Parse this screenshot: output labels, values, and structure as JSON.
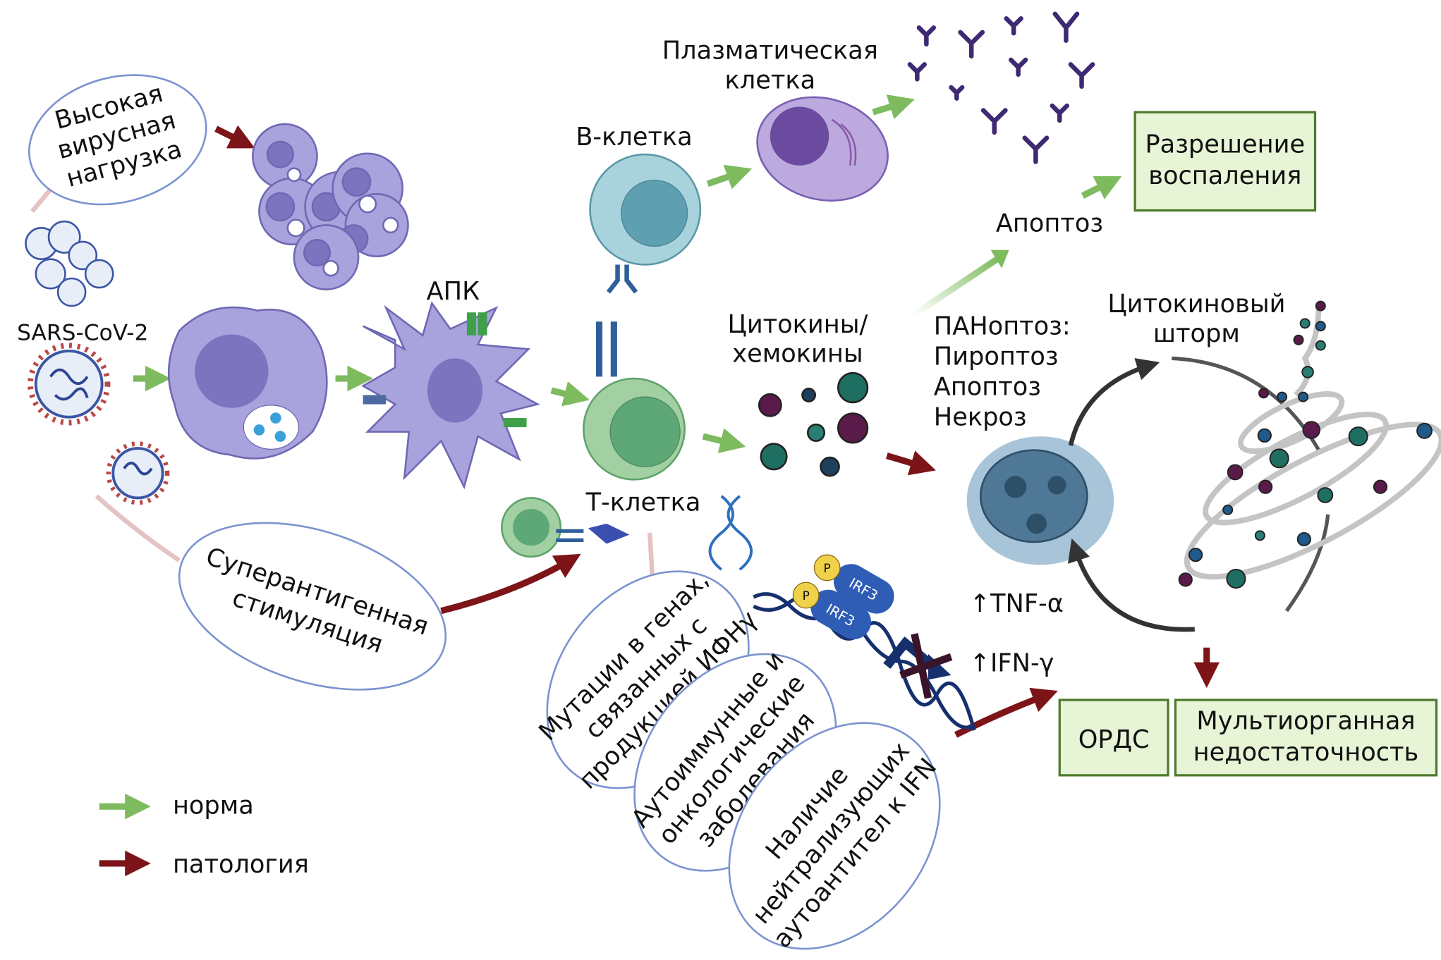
{
  "colors": {
    "normal": "#7dbb5e",
    "pathology": "#7c1418",
    "box_fill": "#e7f4d6",
    "box_border": "#4d7a2c",
    "ellipse_border": "#7b93d0"
  },
  "labels": {
    "high_viral_load": [
      "Высокая",
      "вирусная",
      "нагрузка"
    ],
    "virus": "SARS-CoV-2",
    "apc": "АПК",
    "b_cell": "В-клетка",
    "plasma_cell": [
      "Плазматическая",
      "клетка"
    ],
    "t_cell": "Т-клетка",
    "cytokines": [
      "Цитокины/",
      "хемокины"
    ],
    "resolution": [
      "Разрешение",
      "воспаления"
    ],
    "apoptosis": "Апоптоз",
    "panoptosis": [
      "ПАНоптоз:",
      "Пироптоз",
      "Апоптоз",
      "Некроз"
    ],
    "cytokine_storm": [
      "Цитокиновый",
      "шторм"
    ],
    "tnf": "↑TNF-α",
    "ifn": "↑IFN-γ",
    "ards": "ОРДС",
    "multiorgan": [
      "Мультиорганная",
      "недостаточность"
    ],
    "superantigen": [
      "Суперантигенная",
      "стимуляция"
    ],
    "mutations": [
      "Мутации в генах,",
      "связанных с",
      "продукцией ИФНγ"
    ],
    "autoimmune": [
      "Аутоиммунные и",
      "онкологические",
      "заболевания"
    ],
    "antibodies": [
      "Наличие",
      "нейтрализующих",
      "аутоантител к IFN"
    ],
    "irf3": "IRF3",
    "p": "P"
  },
  "legend": [
    {
      "label": "норма",
      "color": "#7dbb5e",
      "icon": "green-arrow"
    },
    {
      "label": "патология",
      "color": "#7c1418",
      "icon": "red-arrow"
    }
  ]
}
